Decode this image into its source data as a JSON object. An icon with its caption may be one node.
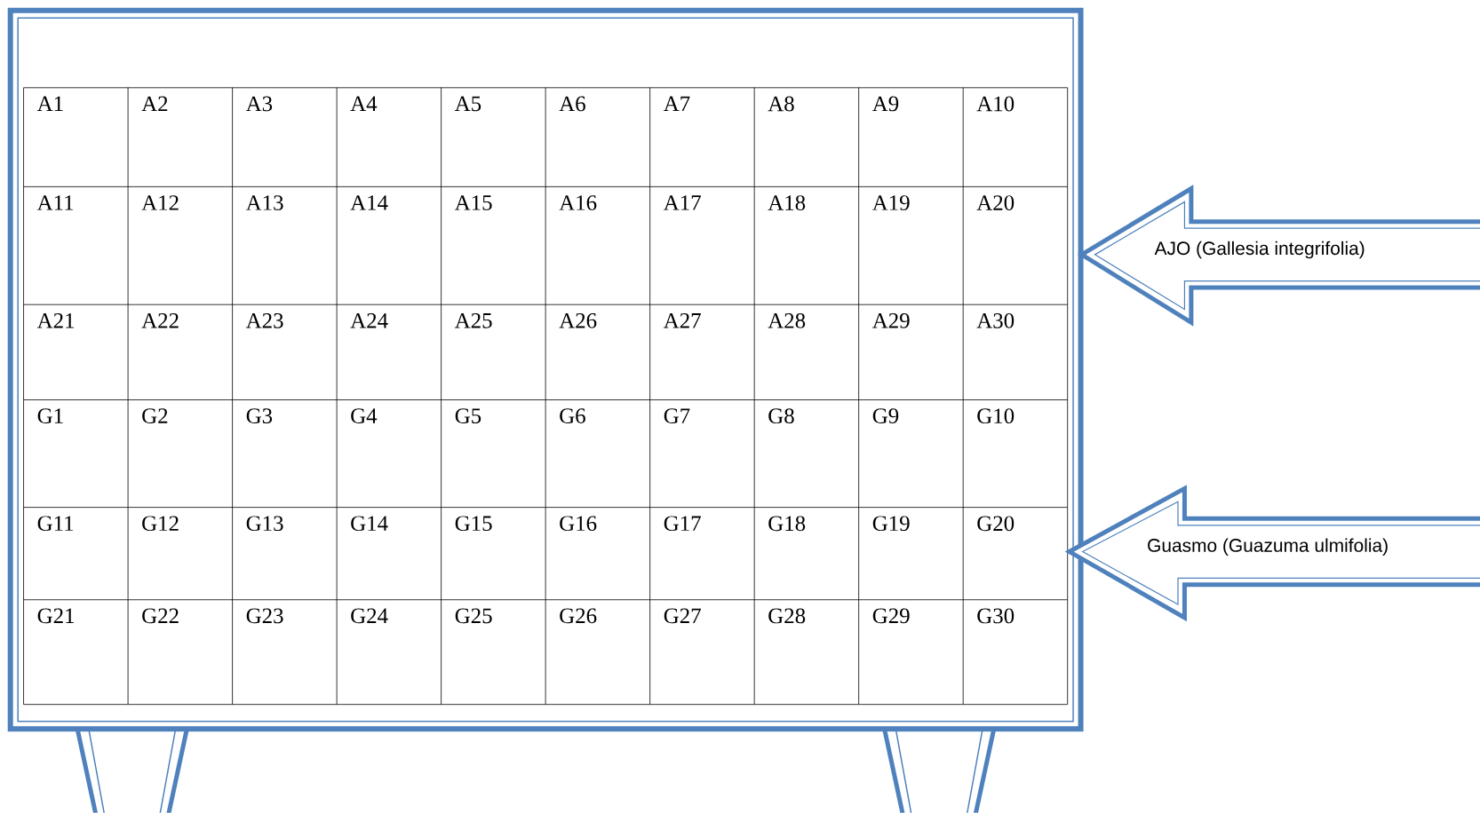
{
  "diagram": {
    "nodes": [
      {
        "text": [
          "AJO (Gallesia integrifolia)"
        ]
      },
      {
        "text": [
          "Guasmo (Guazuma ulmifolia)"
        ]
      }
    ],
    "labels": [
      "A1",
      "A2",
      "A3",
      "A4",
      "A5",
      "A6",
      "A7",
      "A8",
      "A9",
      "A10",
      "A11",
      "A12",
      "A13",
      "A14",
      "A15",
      "A16",
      "A17",
      "A18",
      "A19",
      "A20",
      "A21",
      "A22",
      "A23",
      "A24",
      "A25",
      "A26",
      "A27",
      "A28",
      "A29",
      "A30",
      "G1",
      "G2",
      "G3",
      "G4",
      "G5",
      "G6",
      "G7",
      "G8",
      "G9",
      "G10",
      "G11",
      "G12",
      "G13",
      "G14",
      "G15",
      "G16",
      "G17",
      "G18",
      "G19",
      "G20",
      "G21",
      "G22",
      "G23",
      "G24",
      "G25",
      "G26",
      "G27",
      "G28",
      "G29",
      "G30"
    ]
  }
}
